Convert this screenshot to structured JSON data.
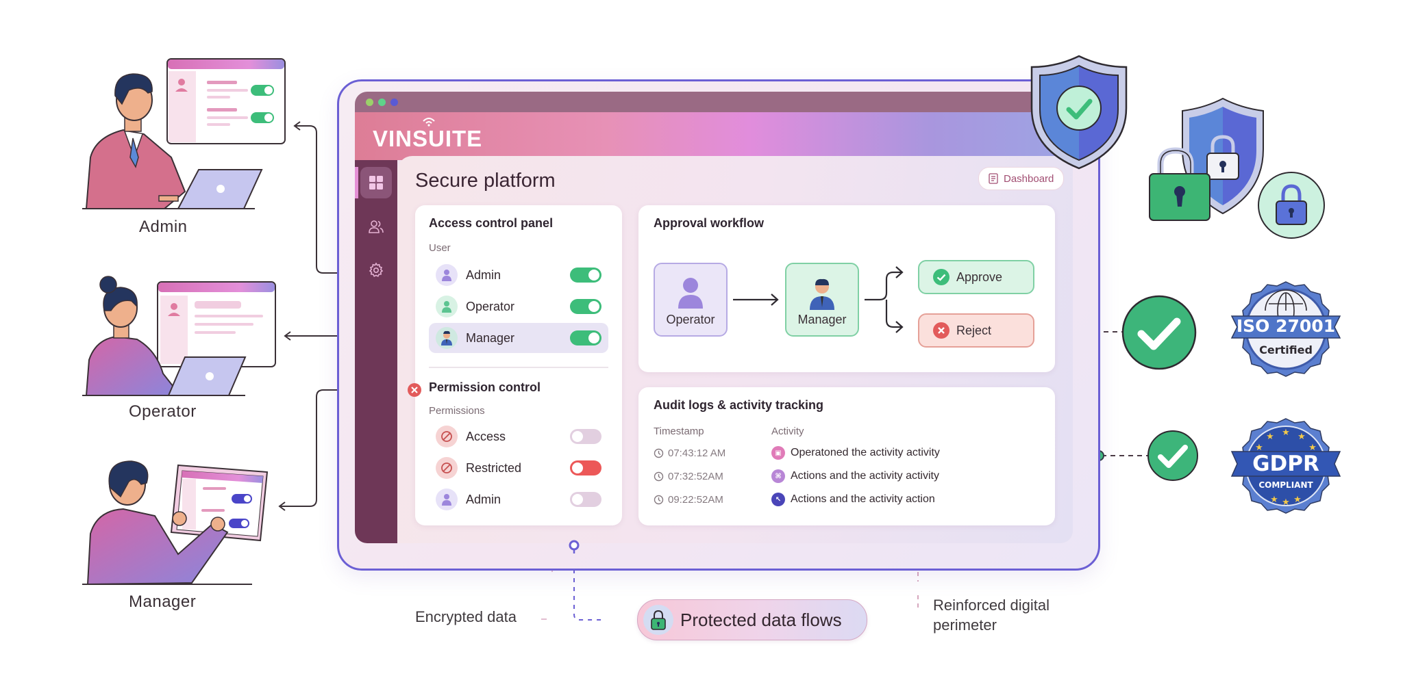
{
  "personas": [
    {
      "label": "Admin",
      "device": "laptop"
    },
    {
      "label": "Operator",
      "device": "laptop"
    },
    {
      "label": "Manager",
      "device": "tablet"
    }
  ],
  "app": {
    "brand": "VINSUITE",
    "page_title": "Secure platform",
    "dashboard_button": "Dashboard",
    "window_dots": [
      "#9bd06a",
      "#5fd38a",
      "#5a5ad4"
    ],
    "sidebar": [
      {
        "icon": "dashboard-grid-icon",
        "active": true
      },
      {
        "icon": "users-icon",
        "active": false
      },
      {
        "icon": "settings-gear-icon",
        "active": false
      }
    ]
  },
  "access_panel": {
    "title": "Access control panel",
    "user_heading": "User",
    "users": [
      {
        "label": "Admin",
        "enabled": true
      },
      {
        "label": "Operator",
        "enabled": true
      },
      {
        "label": "Manager",
        "enabled": true,
        "selected": true
      }
    ],
    "permission_title": "Permission control",
    "permission_heading": "Permissions",
    "permissions": [
      {
        "label": "Access",
        "state": "off"
      },
      {
        "label": "Restricted",
        "state": "off-red"
      },
      {
        "label": "Admin",
        "state": "off"
      }
    ]
  },
  "workflow": {
    "title": "Approval workflow",
    "from": "Operator",
    "via": "Manager",
    "approve": "Approve",
    "reject": "Reject"
  },
  "audit": {
    "title": "Audit logs & activity tracking",
    "columns": [
      "Timestamp",
      "Activity"
    ],
    "rows": [
      {
        "timestamp": "07:43:12 AM",
        "activity": "Operatoned the activity activity",
        "color": "#e07bb8"
      },
      {
        "timestamp": "07:32:52AM",
        "activity": "Actions and the activity activity",
        "color": "#b886d6"
      },
      {
        "timestamp": "09:22:52AM",
        "activity": "Actions and the activity action",
        "color": "#4a45b8"
      }
    ]
  },
  "annotations": {
    "encrypted": "Encrypted data",
    "protected": "Protected data flows",
    "perimeter_line1": "Reinforced digital",
    "perimeter_line2": "perimeter"
  },
  "certifications": {
    "iso_title": "ISO 27001",
    "iso_sub": "Certified",
    "gdpr_title": "GDPR",
    "gdpr_sub": "COMPLIANT"
  },
  "colors": {
    "frame": "#6b5fd4",
    "sidebar": "#6e3757",
    "green": "#3dbd7a",
    "red": "#ec5858",
    "shield": "#5b74d8"
  }
}
